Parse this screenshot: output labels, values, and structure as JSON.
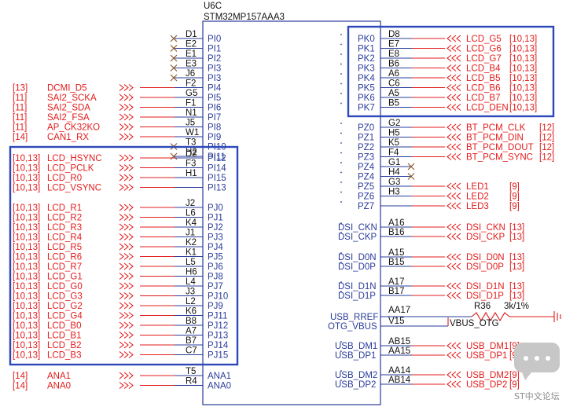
{
  "part": {
    "ref": "U6C",
    "name": "STM32MP157AAA3"
  },
  "left_top_pins": [
    {
      "ball": "D1",
      "pin": "PI0",
      "net": "",
      "sheet": "",
      "nc": true
    },
    {
      "ball": "E2",
      "pin": "PI1",
      "net": "",
      "sheet": "",
      "nc": true
    },
    {
      "ball": "E1",
      "pin": "PI2",
      "net": "",
      "sheet": "",
      "nc": true
    },
    {
      "ball": "E3",
      "pin": "PI3",
      "net": "",
      "sheet": "",
      "nc": true
    },
    {
      "ball": "J6",
      "pin": "PI3",
      "net": "",
      "sheet": "",
      "nc": true
    },
    {
      "ball": "F2",
      "pin": "PI4",
      "net": "DCMI_D5",
      "sheet": "[13]",
      "nc": false
    },
    {
      "ball": "G5",
      "pin": "PI5",
      "net": "SAI2_SCKA",
      "sheet": "[11]",
      "nc": false
    },
    {
      "ball": "F1",
      "pin": "PI6",
      "net": "SAI2_SDA",
      "sheet": "[11]",
      "nc": false
    },
    {
      "ball": "N1",
      "pin": "PI7",
      "net": "SAI2_FSA",
      "sheet": "[11]",
      "nc": false
    },
    {
      "ball": "J5",
      "pin": "PI8",
      "net": "AP_CK32KO",
      "sheet": "[11]",
      "nc": false
    },
    {
      "ball": "W1",
      "pin": "PI9",
      "net": "CAN1_RX",
      "sheet": "[14]",
      "nc": false
    },
    {
      "ball": "T3",
      "pin": "PI10",
      "net": "",
      "sheet": "",
      "nc": true
    },
    {
      "ball": "H2",
      "pin": "PI11",
      "net": "",
      "sheet": "",
      "nc": true
    }
  ],
  "left_lcd_pins": [
    {
      "ball": "D2",
      "pin": "PI12",
      "net": "LCD_HSYNC",
      "sheet": "[10,13]"
    },
    {
      "ball": "F3",
      "pin": "PI14",
      "net": "LCD_PCLK",
      "sheet": "[10,13]"
    },
    {
      "ball": "H1",
      "pin": "PI15",
      "net": "LCD_R0",
      "sheet": "[10,13]"
    },
    {
      "ball": "",
      "pin": "PI13",
      "net": "LCD_VSYNC",
      "sheet": "[10,13]"
    },
    {
      "ball": "J2",
      "pin": "PJ0",
      "net": "LCD_R1",
      "sheet": "[10,13]"
    },
    {
      "ball": "L6",
      "pin": "PJ1",
      "net": "LCD_R2",
      "sheet": "[10,13]"
    },
    {
      "ball": "K4",
      "pin": "PJ2",
      "net": "LCD_R3",
      "sheet": "[10,13]"
    },
    {
      "ball": "J1",
      "pin": "PJ3",
      "net": "LCD_R4",
      "sheet": "[10,13]"
    },
    {
      "ball": "K2",
      "pin": "PJ4",
      "net": "LCD_R5",
      "sheet": "[10,13]"
    },
    {
      "ball": "K1",
      "pin": "PJ5",
      "net": "LCD_R6",
      "sheet": "[10,13]"
    },
    {
      "ball": "L5",
      "pin": "PJ6",
      "net": "LCD_R7",
      "sheet": "[10,13]"
    },
    {
      "ball": "H6",
      "pin": "PJ8",
      "net": "LCD_G1",
      "sheet": "[10,13]"
    },
    {
      "ball": "L4",
      "pin": "PJ7",
      "net": "LCD_G0",
      "sheet": "[10,13]"
    },
    {
      "ball": "J3",
      "pin": "PJ10",
      "net": "LCD_G3",
      "sheet": "[10,13]"
    },
    {
      "ball": "L2",
      "pin": "PJ9",
      "net": "LCD_G2",
      "sheet": "[10,13]"
    },
    {
      "ball": "K6",
      "pin": "PJ11",
      "net": "LCD_G4",
      "sheet": "[10,13]"
    },
    {
      "ball": "B8",
      "pin": "PJ12",
      "net": "LCD_B0",
      "sheet": "[10,13]"
    },
    {
      "ball": "A7",
      "pin": "PJ13",
      "net": "LCD_B1",
      "sheet": "[10,13]"
    },
    {
      "ball": "B7",
      "pin": "PJ14",
      "net": "LCD_B2",
      "sheet": "[10,13]"
    },
    {
      "ball": "C7",
      "pin": "PJ15",
      "net": "LCD_B3",
      "sheet": "[10,13]"
    }
  ],
  "left_ana_pins": [
    {
      "ball": "T5",
      "pin": "ANA1",
      "net": "ANA1",
      "sheet": "[14]"
    },
    {
      "ball": "R4",
      "pin": "ANA0",
      "net": "ANA0",
      "sheet": "[14]"
    }
  ],
  "right_pk_pins": [
    {
      "ball": "D8",
      "pin": "PK0",
      "net": "LCD_G5",
      "sheet": "[10,13]"
    },
    {
      "ball": "E7",
      "pin": "PK1",
      "net": "LCD_G6",
      "sheet": "[10,13]"
    },
    {
      "ball": "E8",
      "pin": "PK2",
      "net": "LCD_G7",
      "sheet": "[10,13]"
    },
    {
      "ball": "B6",
      "pin": "PK3",
      "net": "LCD_B4",
      "sheet": "[10,13]"
    },
    {
      "ball": "A6",
      "pin": "PK4",
      "net": "LCD_B5",
      "sheet": "[10,13]"
    },
    {
      "ball": "C6",
      "pin": "PK5",
      "net": "LCD_B6",
      "sheet": "[10,13]"
    },
    {
      "ball": "A5",
      "pin": "PK6",
      "net": "LCD_B7",
      "sheet": "[10,13]"
    },
    {
      "ball": "B5",
      "pin": "PK7",
      "net": "LCD_DEN",
      "sheet": "[10,13]"
    }
  ],
  "right_pz_pins": [
    {
      "ball": "G2",
      "pin": "PZ0",
      "net": "BT_PCM_CLK",
      "sheet": "[12]",
      "nc": false
    },
    {
      "ball": "H5",
      "pin": "PZ1",
      "net": "BT_PCM_DIN",
      "sheet": "[12]",
      "nc": false
    },
    {
      "ball": "K5",
      "pin": "PZ2",
      "net": "BT_PCM_DOUT",
      "sheet": "[12]",
      "nc": false
    },
    {
      "ball": "F4",
      "pin": "PZ3",
      "net": "BT_PCM_SYNC",
      "sheet": "[12]",
      "nc": false
    },
    {
      "ball": "G1",
      "pin": "PZ4",
      "net": "",
      "sheet": "",
      "nc": true
    },
    {
      "ball": "H4",
      "pin": "PZ4",
      "net": "",
      "sheet": "",
      "nc": true
    },
    {
      "ball": "G3",
      "pin": "PZ5",
      "net": "LED1",
      "sheet": "[9]",
      "nc": false
    },
    {
      "ball": "H3",
      "pin": "PZ6",
      "net": "LED2",
      "sheet": "[9]",
      "nc": false
    },
    {
      "ball": "",
      "pin": "PZ7",
      "net": "LED3",
      "sheet": "[9]",
      "nc": false
    }
  ],
  "right_dsi_pins": [
    {
      "ball": "A16",
      "pin": "DSI_CKN",
      "net": "DSI_CKN",
      "sheet": "[13]"
    },
    {
      "ball": "B16",
      "pin": "DSI_CKP",
      "net": "DSI_CKP",
      "sheet": "[13]"
    },
    {
      "ball": "A15",
      "pin": "DSI_D0N",
      "net": "DSI_D0N",
      "sheet": "[13]"
    },
    {
      "ball": "B15",
      "pin": "DSI_D0P",
      "net": "DSI_D0P",
      "sheet": "[13]"
    },
    {
      "ball": "A17",
      "pin": "DSI_D1N",
      "net": "DSI_D1N",
      "sheet": "[13]"
    },
    {
      "ball": "B17",
      "pin": "DSI_D1P",
      "net": "DSI_D1P",
      "sheet": "[13]"
    }
  ],
  "usb_ref": {
    "ref_ball": "AA17",
    "ref_pin": "USB_RREF",
    "vbus_ball": "V15",
    "vbus_pin": "OTG_VBUS",
    "resistor": "R36",
    "resistor_value": "3k/1%",
    "vbus_net": "VBUS_OTG"
  },
  "right_usb_pins": [
    {
      "ball": "AB15",
      "pin": "USB_DM1",
      "net": "USB_DM1",
      "sheet": "[9]"
    },
    {
      "ball": "AA15",
      "pin": "USB_DP1",
      "net": "USB_DP1",
      "sheet": "[9]"
    },
    {
      "ball": "AA14",
      "pin": "USB_DM2",
      "net": "USB_DM2",
      "sheet": "[9]"
    },
    {
      "ball": "AB14",
      "pin": "USB_DP2",
      "net": "USB_DP2",
      "sheet": "[9]"
    }
  ],
  "watermark": "ST中文论坛",
  "colors": {
    "wire": "#e31b1b",
    "pin": "#2a3b9a",
    "highlight": "#2d48b8"
  }
}
